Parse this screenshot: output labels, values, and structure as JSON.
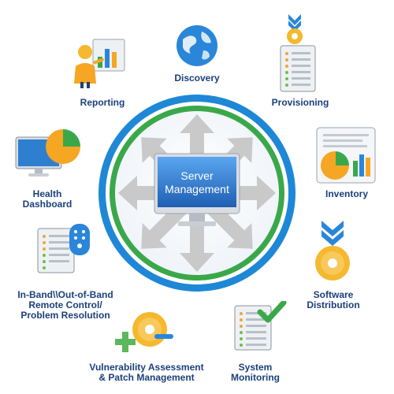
{
  "center": {
    "line1": "Server",
    "line2": "Management"
  },
  "nodes": {
    "discovery": {
      "label": "Discovery",
      "icon": "globe-icon"
    },
    "provisioning": {
      "label": "Provisioning",
      "icon": "clipboard-download-icon"
    },
    "inventory": {
      "label": "Inventory",
      "icon": "chart-document-icon"
    },
    "software_distribution": {
      "line1": "Software",
      "line2": "Distribution",
      "icon": "disc-download-icon"
    },
    "system_monitoring": {
      "line1": "System",
      "line2": "Monitoring",
      "icon": "checklist-check-icon"
    },
    "vulnerability": {
      "line1": "Vulnerability Assessment",
      "line2": "& Patch Management",
      "icon": "disc-plus-icon"
    },
    "remote_control": {
      "line1": "In-Band\\\\Out-of-Band",
      "line2": "Remote Control/",
      "line3": "Problem Resolution",
      "icon": "checklist-remote-icon"
    },
    "health_dashboard": {
      "line1": "Health",
      "line2": "Dashboard",
      "icon": "monitor-pie-icon"
    },
    "reporting": {
      "label": "Reporting",
      "icon": "presenter-chart-icon"
    }
  },
  "colors": {
    "ring_outer": "#1e88d6",
    "ring_inner": "#3aa84a",
    "arrow": "#c7c7c7",
    "label": "#1b3f7a",
    "monitor": "#2f7fd0",
    "accent_orange": "#f5a623",
    "accent_green": "#5cb85c"
  }
}
